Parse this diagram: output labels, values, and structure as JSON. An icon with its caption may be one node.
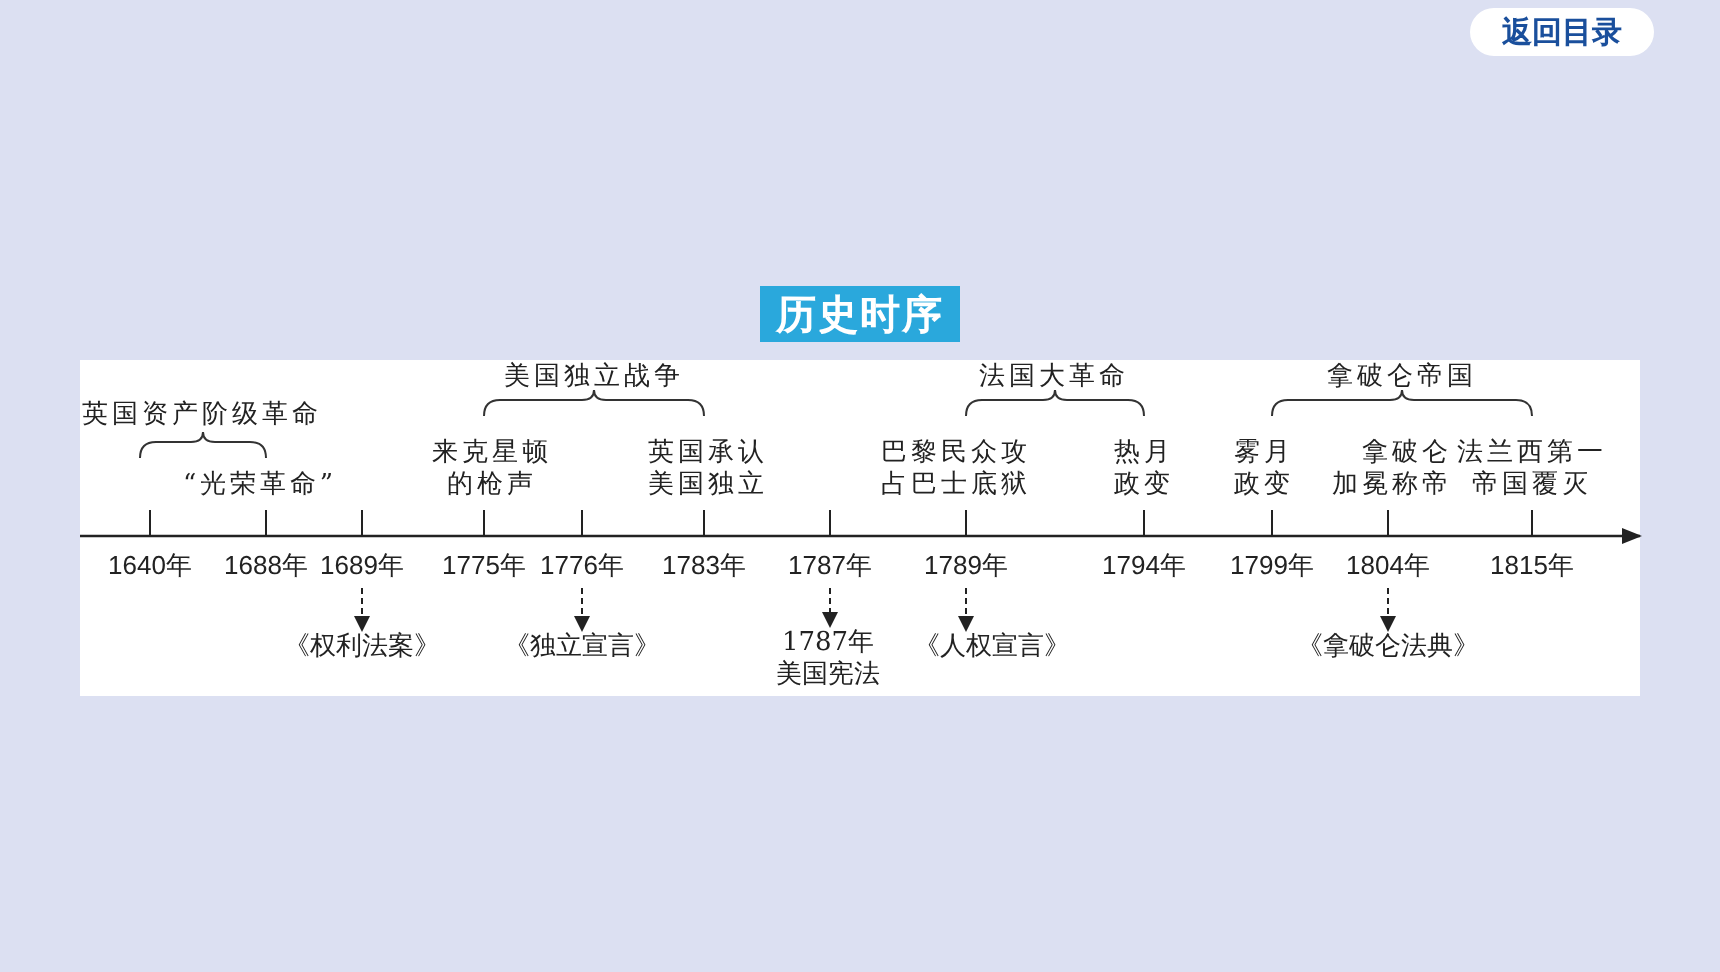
{
  "diagram": {
    "title": "历史时序",
    "nodes": [
      {
        "text": [
          "1640年"
        ]
      },
      {
        "text": [
          "1688年"
        ]
      },
      {
        "text": [
          "1689年"
        ]
      },
      {
        "text": [
          "1775年"
        ]
      },
      {
        "text": [
          "1776年"
        ]
      },
      {
        "text": [
          "1783年"
        ]
      },
      {
        "text": [
          "1787年"
        ]
      },
      {
        "text": [
          "1789年"
        ]
      },
      {
        "text": [
          "1794年"
        ]
      },
      {
        "text": [
          "1799年"
        ]
      },
      {
        "text": [
          "1804年"
        ]
      },
      {
        "text": [
          "1815年"
        ]
      },
      {
        "text": [
          "《权利法案》"
        ]
      },
      {
        "text": [
          "《独立宣言》"
        ]
      },
      {
        "text": [
          "1787年美国宪法"
        ]
      },
      {
        "text": [
          "《人权宣言》"
        ]
      },
      {
        "text": [
          "《拿破仑法典》"
        ]
      }
    ],
    "edges": [
      {
        "from": 2,
        "to": 12,
        "arrow": "to",
        "style": "dashed"
      },
      {
        "from": 4,
        "to": 13,
        "arrow": "to",
        "style": "dashed"
      },
      {
        "from": 6,
        "to": 14,
        "arrow": "to",
        "style": "dashed"
      },
      {
        "from": 7,
        "to": 15,
        "arrow": "to",
        "style": "dashed"
      },
      {
        "from": 10,
        "to": 16,
        "arrow": "to",
        "style": "dashed"
      }
    ],
    "labels": [
      "返回目录",
      "美国独立战争",
      "法国大革命",
      "拿破仑帝国",
      "英国资产阶级革命",
      "“光荣革命”",
      "来克星顿的枪声",
      "英国承认美国独立",
      "巴黎民众攻占巴士底狱",
      "热月政变",
      "雾月政变",
      "拿破仑加冕称帝",
      "法兰西第一帝国覆灭"
    ]
  }
}
